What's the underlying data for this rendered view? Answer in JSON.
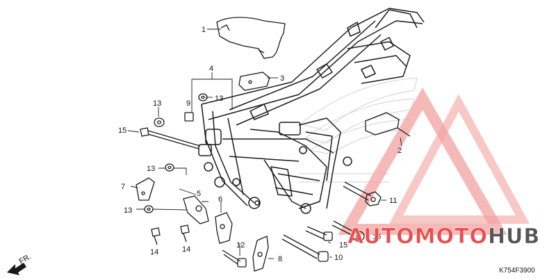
{
  "diagram": {
    "code": "K754F3900",
    "direction": "FR.",
    "callouts": [
      {
        "id": "c1",
        "text": "1"
      },
      {
        "id": "c2",
        "text": "2"
      },
      {
        "id": "c3",
        "text": "3"
      },
      {
        "id": "c4",
        "text": "4"
      },
      {
        "id": "c5",
        "text": "5"
      },
      {
        "id": "c6",
        "text": "6"
      },
      {
        "id": "c7",
        "text": "7"
      },
      {
        "id": "c8",
        "text": "8"
      },
      {
        "id": "c9",
        "text": "9"
      },
      {
        "id": "c10",
        "text": "10"
      },
      {
        "id": "c11",
        "text": "11"
      },
      {
        "id": "c12",
        "text": "12"
      },
      {
        "id": "c13a",
        "text": "13"
      },
      {
        "id": "c13b",
        "text": "13"
      },
      {
        "id": "c13c",
        "text": "13"
      },
      {
        "id": "c13d",
        "text": "13"
      },
      {
        "id": "c14a",
        "text": "14"
      },
      {
        "id": "c14b",
        "text": "14"
      },
      {
        "id": "c15a",
        "text": "15"
      },
      {
        "id": "c15b",
        "text": "15"
      },
      {
        "id": "c16",
        "text": "16"
      }
    ]
  },
  "watermark": {
    "part1": "AUTOMOTO",
    "part2": "HUB",
    "colors": {
      "red": "#e8504f",
      "pink": "#f2a3a0",
      "gray": "#555555"
    }
  }
}
